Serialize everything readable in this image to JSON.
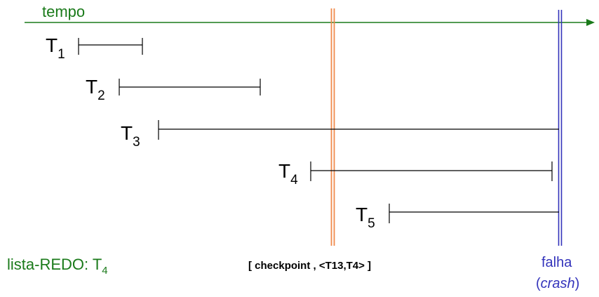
{
  "axis": {
    "label": "tempo",
    "color": "#1a7a1a"
  },
  "transactions": [
    {
      "label": "T",
      "sub": "1"
    },
    {
      "label": "T",
      "sub": "2"
    },
    {
      "label": "T",
      "sub": "3"
    },
    {
      "label": "T",
      "sub": "4"
    },
    {
      "label": "T",
      "sub": "5"
    }
  ],
  "checkpoint": {
    "text": "[ checkpoint , <T13,T4> ]",
    "color": "#f08a4b"
  },
  "failure": {
    "label": "falha",
    "open_paren": "(",
    "detail": "crash",
    "close_paren": ")",
    "color": "#3333bb"
  },
  "redo_list": {
    "text": "lista-REDO: T",
    "sub": "4",
    "color": "#1a7a1a"
  }
}
